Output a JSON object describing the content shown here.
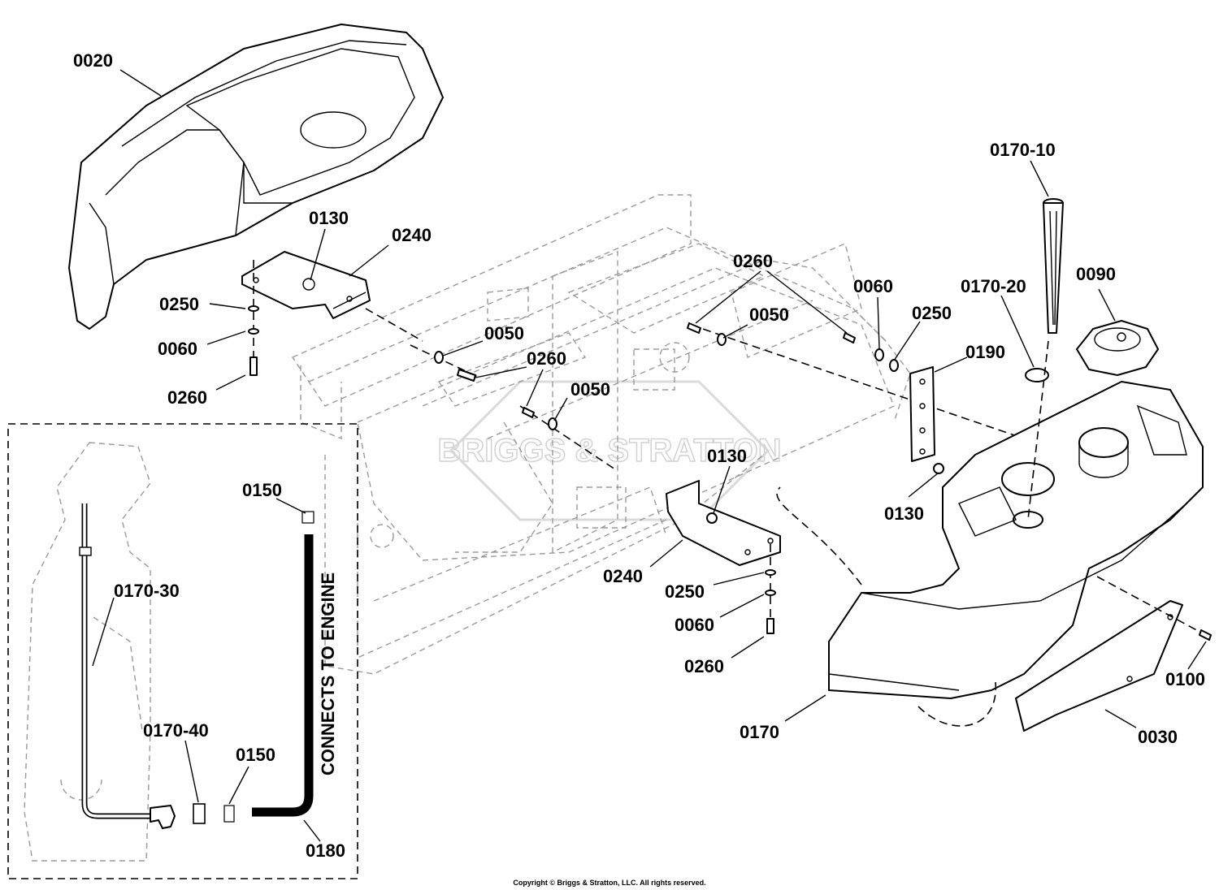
{
  "diagram": {
    "callouts": {
      "c0020": "0020",
      "c0130a": "0130",
      "c0240a": "0240",
      "c0250a": "0250",
      "c0060a": "0060",
      "c0260a": "0260",
      "c0050a": "0050",
      "c0260b": "0260",
      "c0050b": "0050",
      "c0260c": "0260",
      "c0050c": "0050",
      "c0060b": "0060",
      "c0250b": "0250",
      "c0190": "0190",
      "c0130b": "0130",
      "c0130c": "0130",
      "c0240b": "0240",
      "c0250c": "0250",
      "c0060c": "0060",
      "c0260d": "0260",
      "c0170_10": "0170-10",
      "c0170_20": "0170-20",
      "c0090": "0090",
      "c0170": "0170",
      "c0100": "0100",
      "c0030": "0030",
      "c0150a": "0150",
      "c0170_30": "0170-30",
      "c0170_40": "0170-40",
      "c0150b": "0150",
      "c0180": "0180"
    },
    "inset_label": "CONNECTS TO ENGINE",
    "watermark": "BRIGGS & STRATTON",
    "copyright": "Copyright © Briggs & Stratton, LLC. All rights reserved."
  }
}
